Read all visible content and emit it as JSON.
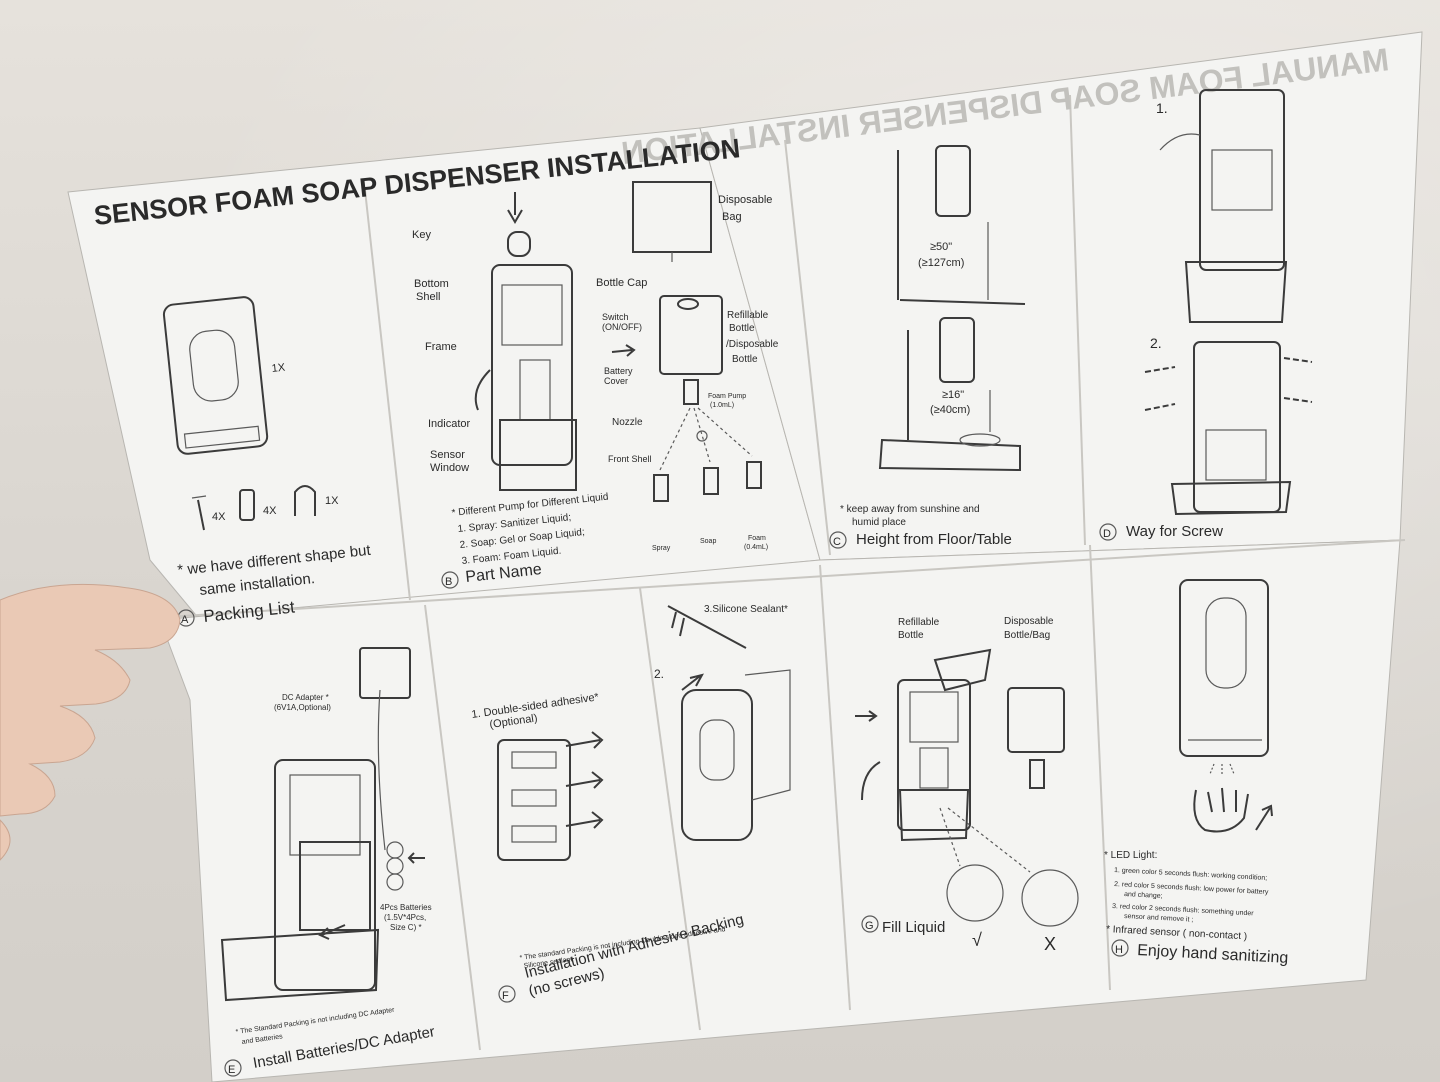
{
  "manual": {
    "main_title": "SENSOR FOAM SOAP DISPENSER INSTALLATION",
    "back_title_mirrored": "MANUAL FOAM SOAP DISPENSER INSTALLATION",
    "sections": {
      "A": {
        "letter": "A",
        "title": "Packing List",
        "qty_dispenser": "1X",
        "qty_screws": "4X",
        "qty_anchors": "4X",
        "qty_key": "1X",
        "note_line1": "* we have different shape but",
        "note_line2": "same installation."
      },
      "B": {
        "letter": "B",
        "title": "Part Name",
        "labels": {
          "key": "Key",
          "bottom_shell": "Bottom",
          "bottom_shell2": "Shell",
          "frame": "Frame",
          "indicator": "Indicator",
          "sensor_window": "Sensor",
          "sensor_window2": "Window",
          "switch": "Switch",
          "switch2": "(ON/OFF)",
          "battery_cover": "Battery",
          "battery_cover2": "Cover",
          "nozzle": "Nozzle",
          "front_shell": "Front Shell",
          "disposable_bag": "Disposable",
          "disposable_bag2": "Bag",
          "bottle_cap": "Bottle Cap",
          "refillable": "Refillable",
          "refillable2": "Bottle",
          "refillable3": "/Disposable",
          "refillable4": "Bottle",
          "foam_pump": "Foam Pump",
          "foam_pump2": "(1.0mL)",
          "spray": "Spray",
          "soap": "Soap",
          "foam": "Foam",
          "foam2": "(0.4mL)"
        },
        "pump_line1": "* Different Pump for Different Liquid",
        "pump_line2": "1. Spray: Sanitizer Liquid;",
        "pump_line3": "2. Soap: Gel or Soap Liquid;",
        "pump_line4": "3. Foam: Foam Liquid."
      },
      "C": {
        "letter": "C",
        "title": "Height from Floor/Table",
        "floor_height": "≥50\"",
        "floor_height_cm": "(≥127cm)",
        "table_height": "≥16\"",
        "table_height_cm": "(≥40cm)",
        "note_line1": "* keep away from sunshine and",
        "note_line2": "humid place"
      },
      "D": {
        "letter": "D",
        "title": "Way for Screw",
        "step1": "1.",
        "step2": "2."
      },
      "E": {
        "letter": "E",
        "title": "Install Batteries/DC Adapter",
        "dc_adapter": "DC Adapter  *",
        "dc_adapter2": "(6V1A,Optional)",
        "batteries": "4Pcs Batteries",
        "batteries2": "(1.5V*4Pcs,",
        "batteries3": "Size C)  *",
        "note_line1": "* The Standard Packing is not including DC Adapter",
        "note_line2": "and Batteries"
      },
      "F": {
        "letter": "F",
        "title": "Installation with Adhesive Backing",
        "title2": "(no screws)",
        "step1": "1. Double-sided adhesive*",
        "step1b": "(Optional)",
        "step2": "2.",
        "step3": "3.Silicone Sealant*",
        "note_line1": "* The standard Packing is not including Double-sided adhesive and",
        "note_line2": "Silicone sealant"
      },
      "G": {
        "letter": "G",
        "title": "Fill Liquid",
        "refillable": "Refillable",
        "refillable2": "Bottle",
        "disposable": "Disposable",
        "disposable2": "Bottle/Bag",
        "correct": "√",
        "wrong": "X"
      },
      "H": {
        "letter": "H",
        "title": "Enjoy hand sanitizing",
        "led_title": "* LED Light:",
        "led_1": "1. green color 5 seconds flush: working condition;",
        "led_2": "2. red color 5 seconds flush: low power for battery",
        "led_2b": "and change;",
        "led_3": "3. red color 2 seconds flush: something under",
        "led_3b": "sensor and remove it ;",
        "ir_note": "* Infrared sensor ( non-contact )"
      }
    }
  },
  "colors": {
    "paper": "#f4f4f2",
    "ink": "#2a2a2a",
    "wall": "#dcd8d2",
    "skin": "#eac9b5"
  }
}
